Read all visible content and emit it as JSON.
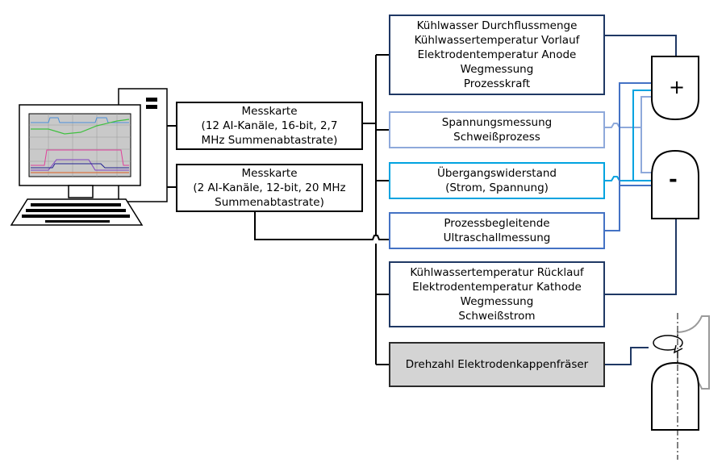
{
  "cards": [
    {
      "lines": [
        "Messkarte",
        "(12 AI-Kanäle, 16-bit, 2,7",
        "MHz Summenabtastrate)"
      ]
    },
    {
      "lines": [
        "Messkarte",
        "(2 AI-Kanäle, 12-bit, 20 MHz",
        "Summenabtastrate)"
      ]
    }
  ],
  "sensors": [
    {
      "lines": [
        "Kühlwasser Durchflussmenge",
        "Kühlwassertemperatur Vorlauf",
        "Elektrodentemperatur Anode",
        "Wegmessung",
        "Prozesskraft"
      ],
      "color": "#1f3864"
    },
    {
      "lines": [
        "Spannungsmessung",
        "Schweißprozess"
      ],
      "color": "#8ea9db"
    },
    {
      "lines": [
        "Übergangswiderstand",
        "(Strom, Spannung)"
      ],
      "color": "#00a3e0"
    },
    {
      "lines": [
        "Prozessbegleitende",
        "Ultraschallmessung"
      ],
      "color": "#4472c4"
    },
    {
      "lines": [
        "Kühlwassertemperatur Rücklauf",
        "Elektrodentemperatur Kathode",
        "Wegmessung",
        "Schweißstrom"
      ],
      "color": "#1f3864"
    },
    {
      "lines": [
        "Drehzahl Elektrodenkappenfräser"
      ],
      "color": "#2b2b2b"
    }
  ],
  "electrodes": {
    "anode_symbol": "+",
    "cathode_symbol": "-"
  }
}
